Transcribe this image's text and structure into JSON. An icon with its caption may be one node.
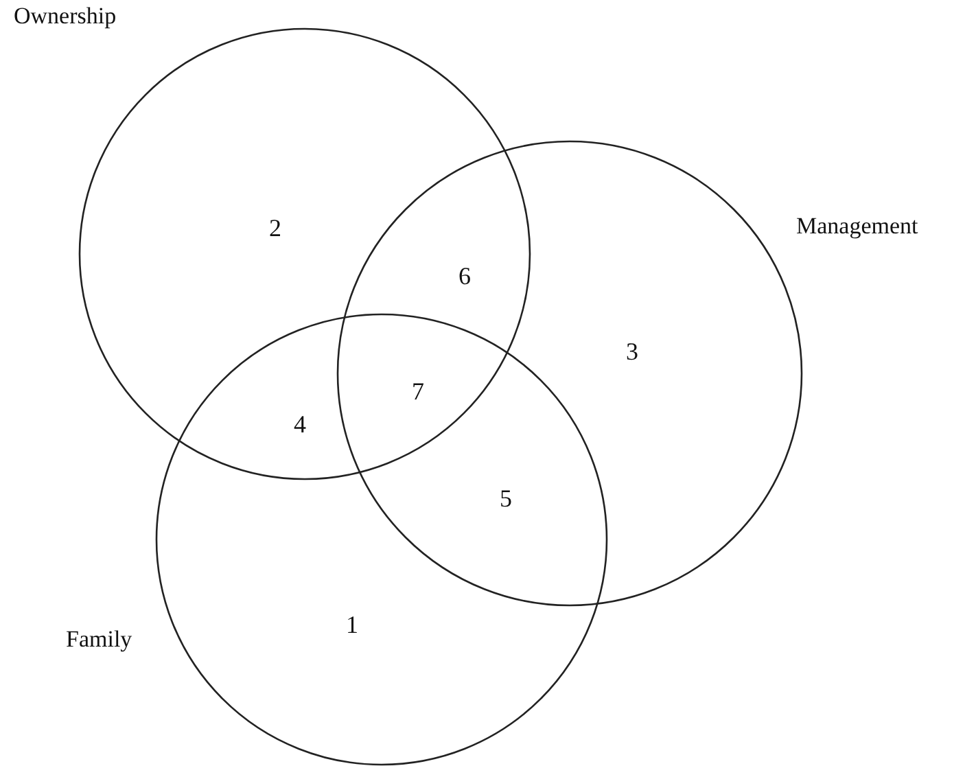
{
  "diagram": {
    "nodes": [
      {
        "text": [
          "Ownership"
        ]
      },
      {
        "text": [
          "Management"
        ]
      },
      {
        "text": [
          "Family"
        ]
      }
    ],
    "labels": [
      "2",
      "6",
      "3",
      "7",
      "4",
      "5",
      "1"
    ]
  }
}
